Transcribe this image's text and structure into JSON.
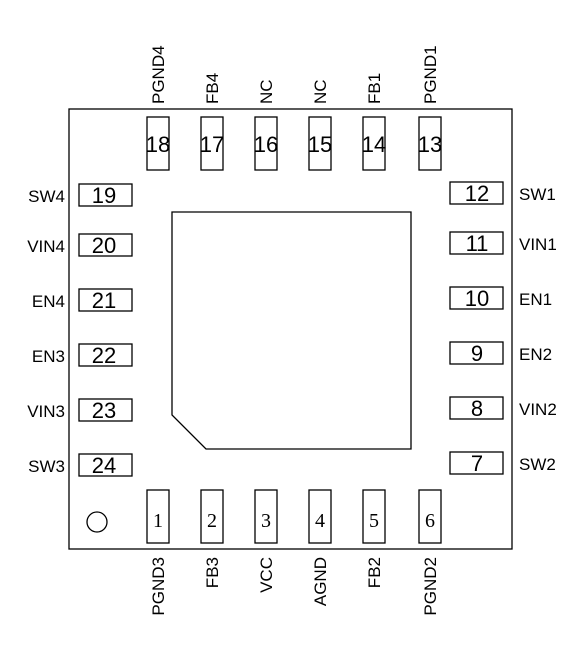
{
  "colors": {
    "line": "#000000",
    "background": "#ffffff"
  },
  "package": {
    "pin1_marker": "circle",
    "exposed_pad": "pad-with-chamfered-corner"
  },
  "pins": {
    "bottom": [
      {
        "num": "1",
        "name": "PGND3"
      },
      {
        "num": "2",
        "name": "FB3"
      },
      {
        "num": "3",
        "name": "VCC"
      },
      {
        "num": "4",
        "name": "AGND"
      },
      {
        "num": "5",
        "name": "FB2"
      },
      {
        "num": "6",
        "name": "PGND2"
      }
    ],
    "right": [
      {
        "num": "7",
        "name": "SW2"
      },
      {
        "num": "8",
        "name": "VIN2"
      },
      {
        "num": "9",
        "name": "EN2"
      },
      {
        "num": "10",
        "name": "EN1"
      },
      {
        "num": "11",
        "name": "VIN1"
      },
      {
        "num": "12",
        "name": "SW1"
      }
    ],
    "top": [
      {
        "num": "13",
        "name": "PGND1"
      },
      {
        "num": "14",
        "name": "FB1"
      },
      {
        "num": "15",
        "name": "NC"
      },
      {
        "num": "16",
        "name": "NC"
      },
      {
        "num": "17",
        "name": "FB4"
      },
      {
        "num": "18",
        "name": "PGND4"
      }
    ],
    "left": [
      {
        "num": "19",
        "name": "SW4"
      },
      {
        "num": "20",
        "name": "VIN4"
      },
      {
        "num": "21",
        "name": "EN4"
      },
      {
        "num": "22",
        "name": "EN3"
      },
      {
        "num": "23",
        "name": "VIN3"
      },
      {
        "num": "24",
        "name": "SW3"
      }
    ]
  }
}
